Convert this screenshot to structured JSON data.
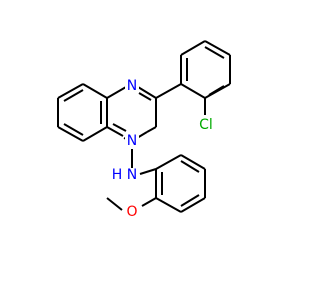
{
  "atoms": {
    "n1": {
      "label": "N",
      "color": "#0000ff"
    },
    "n3": {
      "label": "N",
      "color": "#0000ff"
    },
    "nh": {
      "label": "N",
      "color": "#0000ff"
    },
    "h": {
      "label": "H",
      "color": "#0000ff"
    },
    "cl": {
      "label": "Cl",
      "color": "#00aa00"
    },
    "o": {
      "label": "O",
      "color": "#ff0000"
    }
  }
}
